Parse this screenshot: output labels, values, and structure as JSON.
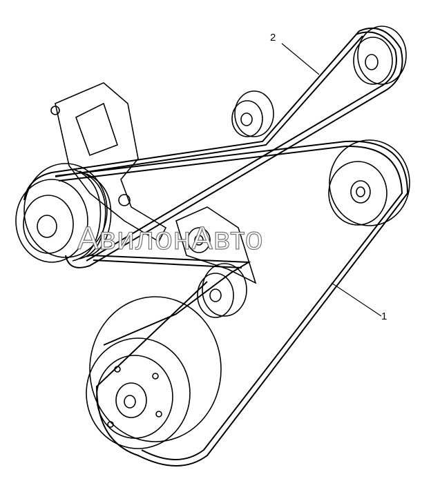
{
  "diagram": {
    "callouts": [
      {
        "id": "belt-2",
        "label": "2"
      },
      {
        "id": "belt-1",
        "label": "1"
      }
    ],
    "watermark": "АвилонАвто"
  }
}
